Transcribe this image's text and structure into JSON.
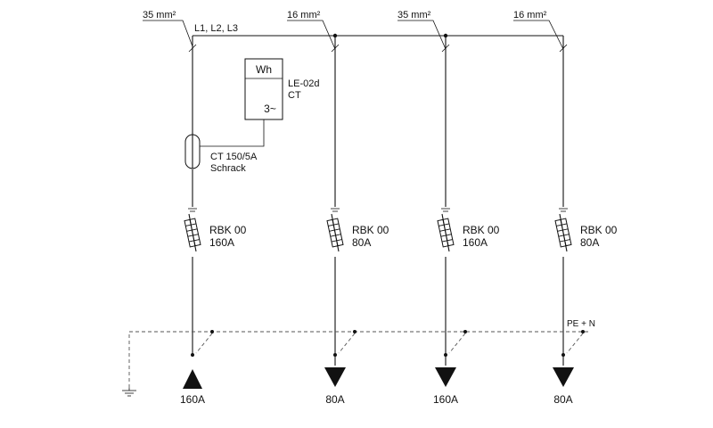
{
  "bus": {
    "phases_label": "L1, L2, L3",
    "pe_n_label": "PE + N"
  },
  "meter": {
    "symbol": "Wh",
    "phase_label": "3~",
    "model": "LE-02d",
    "type": "CT"
  },
  "current_transformer": {
    "rating": "CT 150/5A",
    "maker": "Schrack"
  },
  "feeders": [
    {
      "cable": "35 mm²",
      "fuse_type": "RBK 00",
      "fuse_rating": "160A",
      "outgoing": "160A",
      "direction": "up"
    },
    {
      "cable": "16 mm²",
      "fuse_type": "RBK 00",
      "fuse_rating": "80A",
      "outgoing": "80A",
      "direction": "down"
    },
    {
      "cable": "35 mm²",
      "fuse_type": "RBK 00",
      "fuse_rating": "160A",
      "outgoing": "160A",
      "direction": "down"
    },
    {
      "cable": "16 mm²",
      "fuse_type": "RBK 00",
      "fuse_rating": "80A",
      "outgoing": "80A",
      "direction": "down"
    }
  ]
}
